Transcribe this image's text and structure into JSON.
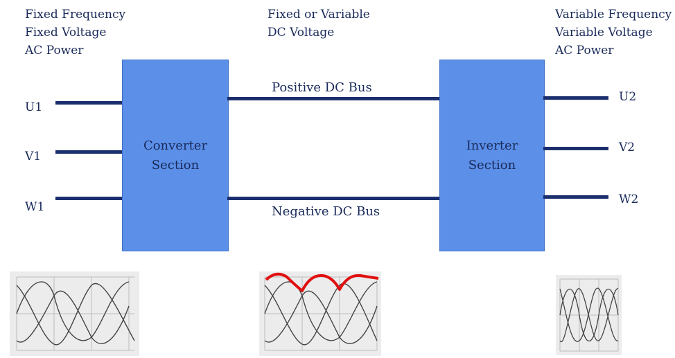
{
  "headers": {
    "left": [
      "Fixed Frequency",
      "Fixed Voltage",
      "AC Power"
    ],
    "middle": [
      "Fixed or Variable",
      "DC Voltage"
    ],
    "right": [
      "Variable Frequency",
      "Variable Voltage",
      "AC Power"
    ]
  },
  "inputs": [
    "U1",
    "V1",
    "W1"
  ],
  "outputs": [
    "U2",
    "V2",
    "W2"
  ],
  "converter": {
    "line1": "Converter",
    "line2": "Section"
  },
  "inverter": {
    "line1": "Inverter",
    "line2": "Section"
  },
  "buses": {
    "positive": "Positive DC Bus",
    "negative": "Negative DC Bus"
  },
  "colors": {
    "box": "#5b8fe8",
    "wire": "#1b2f6e",
    "rectified": "#e01010",
    "scope_bg": "#ececec"
  }
}
